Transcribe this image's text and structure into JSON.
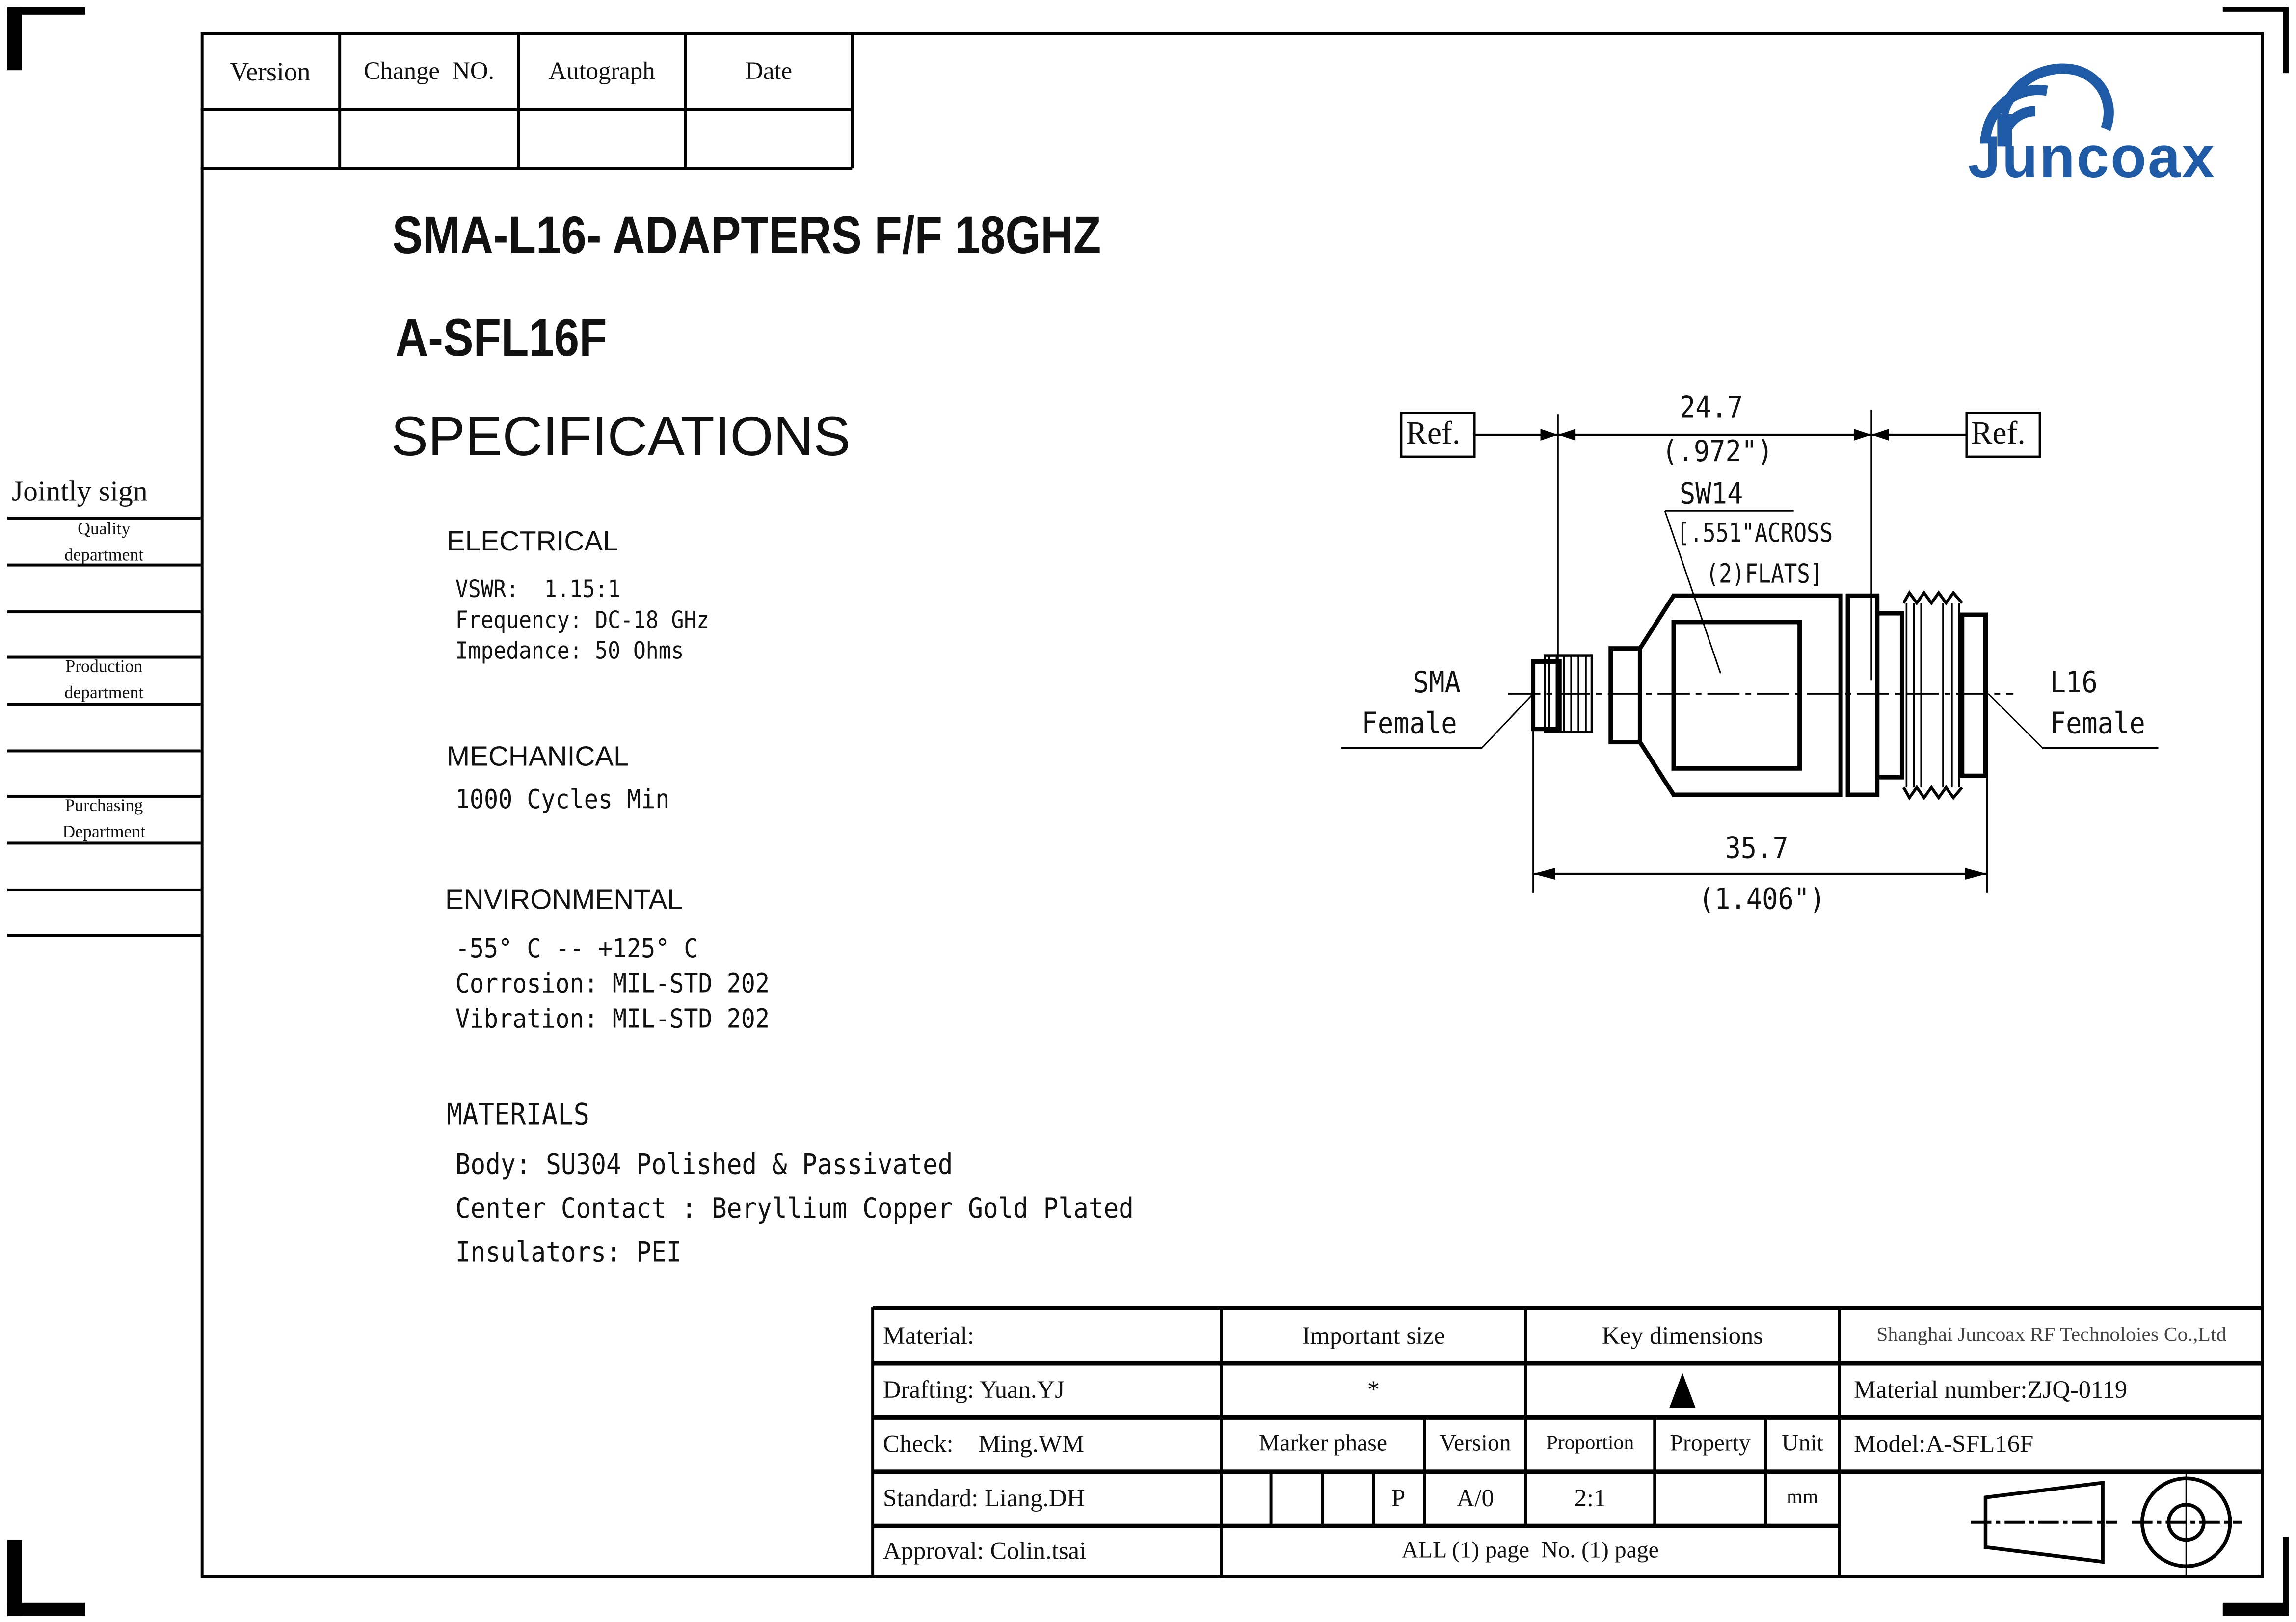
{
  "revision_table": {
    "headers": [
      "Version",
      "Change  NO.",
      "Autograph",
      "Date"
    ]
  },
  "logo": {
    "text": "Juncoax",
    "color": "#1f5aa6"
  },
  "titles": {
    "product": "SMA-L16- ADAPTERS F/F 18GHZ",
    "model": "A-SFL16F",
    "specs": "SPECIFICATIONS"
  },
  "sidebar": {
    "jointly": "Jointly sign",
    "items": [
      "Quality department",
      "Production department",
      "Purchasing Department"
    ]
  },
  "electrical": {
    "heading": "ELECTRICAL",
    "lines": [
      "VSWR:  1.15:1",
      "Frequency: DC-18 GHz",
      "Impedance: 50 Ohms"
    ]
  },
  "mechanical": {
    "heading": "MECHANICAL",
    "lines": [
      "1000 Cycles Min"
    ]
  },
  "environmental": {
    "heading": "ENVIRONMENTAL",
    "lines": [
      "-55° C -- +125° C",
      "Corrosion: MIL-STD 202",
      "Vibration: MIL-STD 202"
    ]
  },
  "materials": {
    "heading": "MATERIALS",
    "lines": [
      "Body: SU304 Polished & Passivated",
      "Center Contact : Beryllium Copper Gold Plated",
      "Insulators: PEI"
    ]
  },
  "drawing": {
    "ref_left": "Ref.",
    "ref_right": "Ref.",
    "dim_top": "24.7",
    "dim_top_in": "(.972\")",
    "sw": "SW14",
    "sw_note1": "[.551\"ACROSS",
    "sw_note2": "(2)FLATS]",
    "left_label1": "SMA",
    "left_label2": "Female",
    "right_label1": "L16",
    "right_label2": "Female",
    "dim_bottom": "35.7",
    "dim_bottom_in": "(1.406\")"
  },
  "title_block": {
    "material": "Material:",
    "important_size": "Important size",
    "key_dimensions": "Key dimensions",
    "company": "Shanghai Juncoax RF Technoloies Co.,Ltd",
    "drafting": "Drafting: Yuan.YJ",
    "important_symbol": "*",
    "material_number": "Material number:ZJQ-0119",
    "check": "Check:    Ming.WM",
    "marker_phase": "Marker phase",
    "version": "Version",
    "proportion": "Proportion",
    "property": "Property",
    "unit": "Unit",
    "model": "Model:A-SFL16F",
    "standard": "Standard: Liang.DH",
    "phase_p": "P",
    "version_val": "A/0",
    "proportion_val": "2:1",
    "unit_val": "mm",
    "approval": "Approval: Colin.tsai",
    "pages": "ALL (1) page  No. (1) page"
  }
}
